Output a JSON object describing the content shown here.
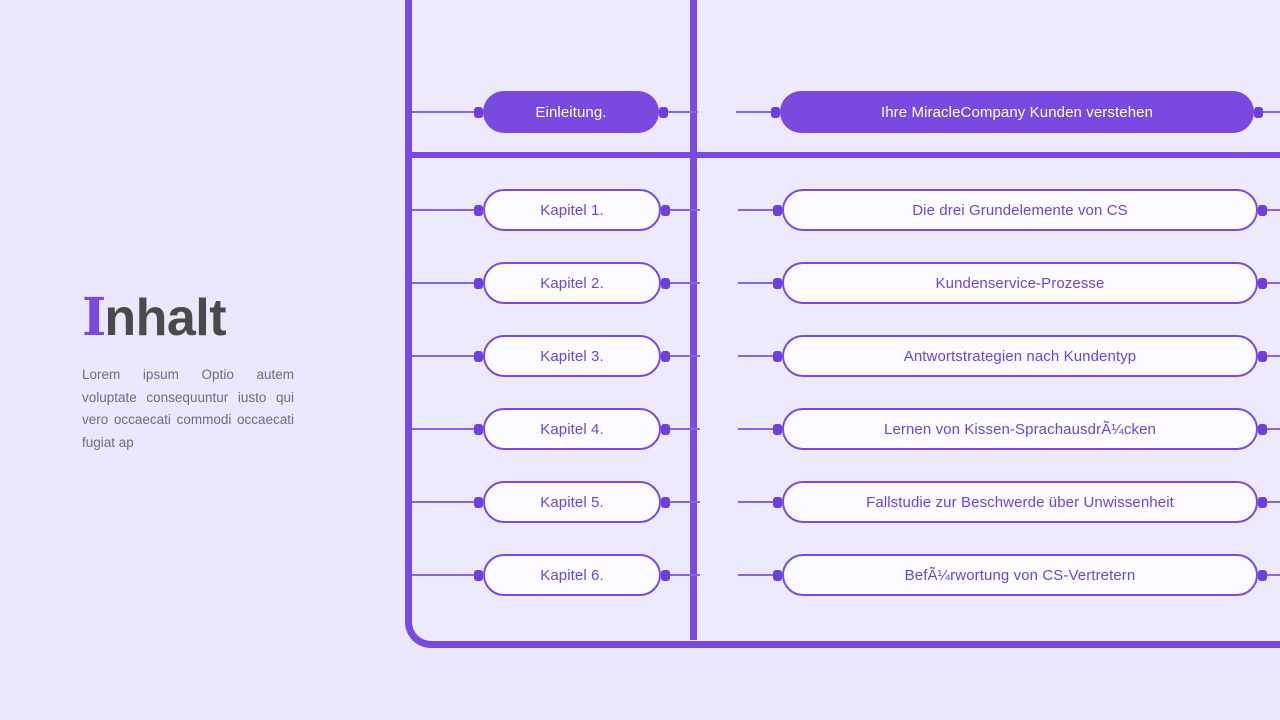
{
  "theme": {
    "background": "#ebe7fd",
    "panel_background": "#eeeafd",
    "accent": "#7a4ae0",
    "line": "#8b63e8",
    "node_fill": "#fbfaff",
    "node_text": "#6b46d6",
    "title_text": "#4a4a4a",
    "body_text": "#6e6e78"
  },
  "left": {
    "title_accent_letter": "I",
    "title_rest": "nhalt",
    "description": "Lorem ipsum Optio autem voluptate consequuntur iusto qui vero occaecati commodi occaecati fugiat ap"
  },
  "toc": {
    "header": {
      "chapter_label": "Einleitung.",
      "topic_label": "Ihre MiracleCompany Kunden verstehen"
    },
    "rows": [
      {
        "chapter_label": "Kapitel 1.",
        "topic_label": "Die drei Grundelemente von CS"
      },
      {
        "chapter_label": "Kapitel 2.",
        "topic_label": "Kundenservice-Prozesse"
      },
      {
        "chapter_label": "Kapitel 3.",
        "topic_label": "Antwortstrategien nach Kundentyp"
      },
      {
        "chapter_label": "Kapitel 4.",
        "topic_label": "Lernen von Kissen-SprachausdrÃ¼cken"
      },
      {
        "chapter_label": "Kapitel 5.",
        "topic_label": "Fallstudie zur Beschwerde über Unwissenheit"
      },
      {
        "chapter_label": "Kapitel 6.",
        "topic_label": "BefÃ¼rwortung von CS-Vertretern"
      }
    ]
  }
}
